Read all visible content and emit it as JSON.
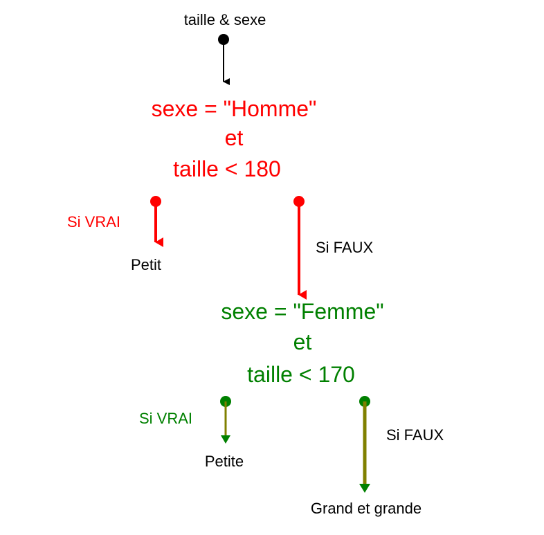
{
  "colors": {
    "black": "#000000",
    "red": "#ff0000",
    "green": "#008000",
    "olive": "#808000"
  },
  "input": {
    "label": "taille & sexe"
  },
  "condition1": {
    "line1": "sexe = \"Homme\"",
    "line2": "et",
    "line3": "taille < 180"
  },
  "branch1": {
    "true_label": "Si VRAI",
    "false_label": "Si FAUX",
    "true_result": "Petit"
  },
  "condition2": {
    "line1": "sexe = \"Femme\"",
    "line2": "et",
    "line3": "taille < 170"
  },
  "branch2": {
    "true_label": "Si VRAI",
    "false_label": "Si FAUX",
    "true_result": "Petite",
    "false_result": "Grand et grande"
  }
}
